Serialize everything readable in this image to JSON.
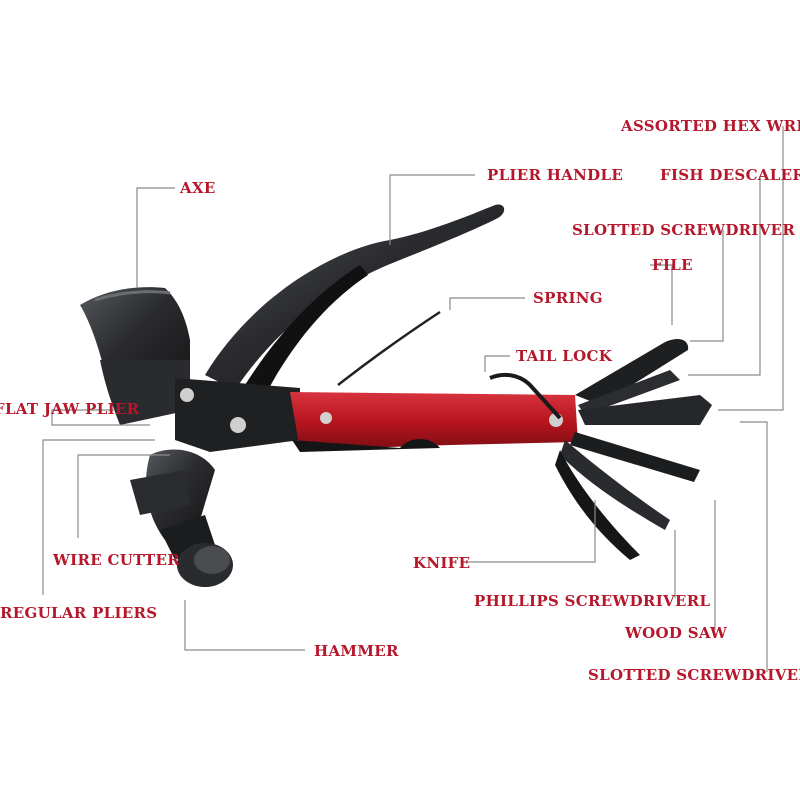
{
  "colors": {
    "label": "#b5172b",
    "leader": "#8a8a8a",
    "tool_dark": "#1c1d1f",
    "tool_mid": "#3a3c40",
    "handle_red": "#c81d2b",
    "handle_red_dark": "#8e1019"
  },
  "labels": {
    "axe": "AXE",
    "plier_handle": "PLIER HANDLE",
    "spring": "SPRING",
    "tail_lock": "TAIL LOCK",
    "assorted_hex_wrench": "ASSORTED HEX WRENCH",
    "fish_descaler": "FISH DESCALER",
    "slotted_screwdriver_top": "SLOTTED SCREWDRIVER",
    "file": "FILE",
    "flat_jaw_plier": "FLAT JAW PLIER",
    "wire_cutter": "WIRE CUTTER",
    "regular_pliers": "REGULAR PLIERS",
    "hammer": "HAMMER",
    "knife": "KNIFE",
    "phillips_screwdriver": "PHILLIPS SCREWDRIVERL",
    "wood_saw": "WOOD SAW",
    "slotted_screwdriver_bottom": "SLOTTED SCREWDRIVER"
  },
  "icons": {
    "tool": "multitool-illustration"
  }
}
